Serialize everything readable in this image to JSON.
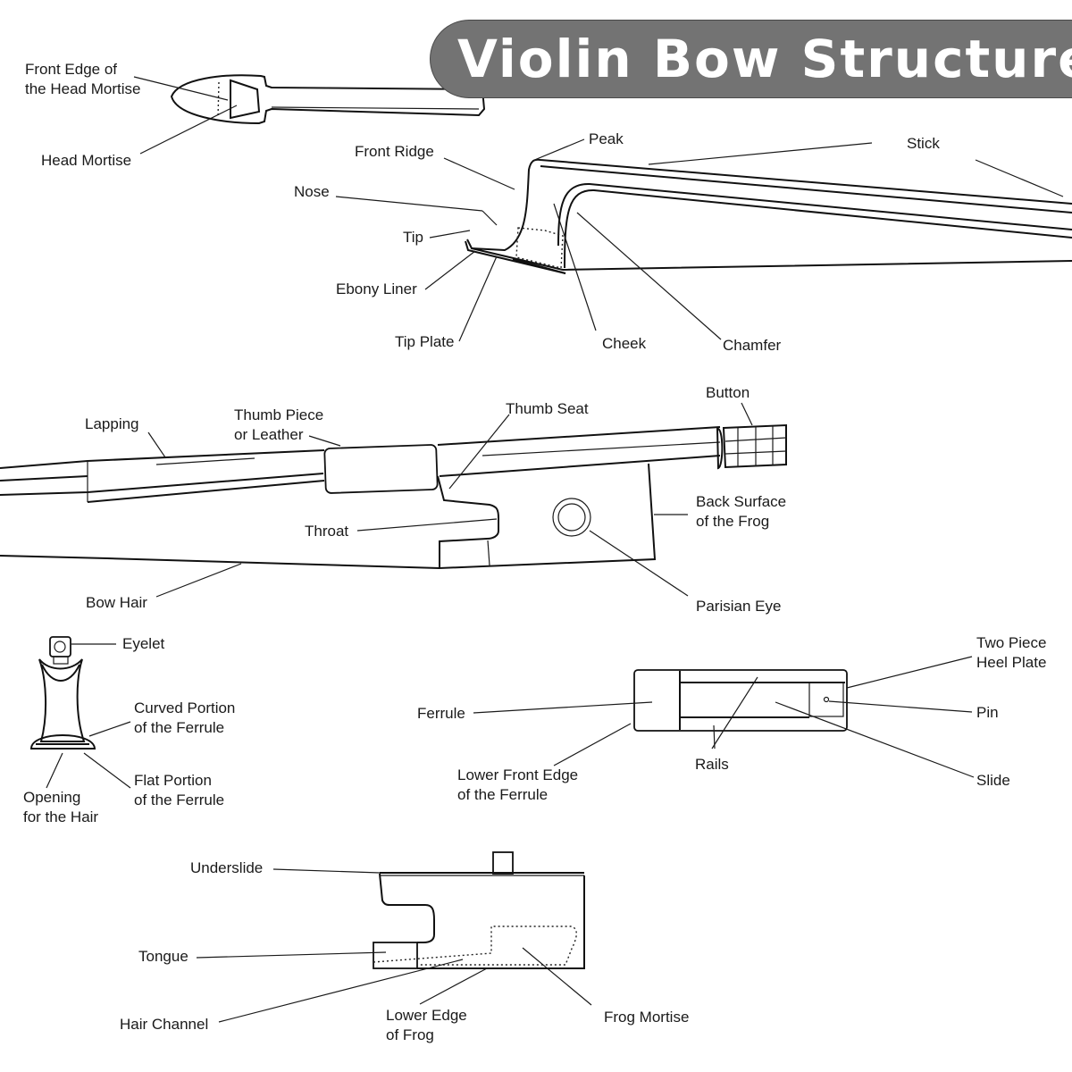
{
  "title": "Violin Bow Structure",
  "colors": {
    "banner_bg": "#737373",
    "banner_text": "#ffffff",
    "line": "#1a1a1a",
    "background": "#ffffff"
  },
  "sections": {
    "head_top_view": {
      "labels": {
        "front_edge_head_mortise_1": "Front Edge of",
        "front_edge_head_mortise_2": "the Head Mortise",
        "head_mortise": "Head Mortise"
      }
    },
    "head_side_view": {
      "labels": {
        "front_ridge": "Front Ridge",
        "peak": "Peak",
        "stick": "Stick",
        "nose": "Nose",
        "tip": "Tip",
        "ebony_liner": "Ebony Liner",
        "tip_plate": "Tip Plate",
        "cheek": "Cheek",
        "chamfer": "Chamfer"
      }
    },
    "frog_assembly": {
      "labels": {
        "lapping": "Lapping",
        "thumb_piece_1": "Thumb Piece",
        "thumb_piece_2": "or Leather",
        "thumb_seat": "Thumb Seat",
        "button": "Button",
        "back_surface_1": "Back Surface",
        "back_surface_2": "of the Frog",
        "throat": "Throat",
        "bow_hair": "Bow Hair",
        "parisian_eye": "Parisian Eye"
      }
    },
    "ferrule_view": {
      "labels": {
        "eyelet": "Eyelet",
        "curved_portion_1": "Curved Portion",
        "curved_portion_2": "of the Ferrule",
        "flat_portion_1": "Flat Portion",
        "flat_portion_2": "of the Ferrule",
        "opening_1": "Opening",
        "opening_2": "for the Hair"
      }
    },
    "frog_bottom_view": {
      "labels": {
        "two_piece_1": "Two Piece",
        "two_piece_2": "Heel Plate",
        "ferrule": "Ferrule",
        "pin": "Pin",
        "rails": "Rails",
        "slide": "Slide",
        "lower_front_edge_1": "Lower Front Edge",
        "lower_front_edge_2": "of the Ferrule"
      }
    },
    "frog_side_view": {
      "labels": {
        "underslide": "Underslide",
        "tongue": "Tongue",
        "hair_channel": "Hair Channel",
        "lower_edge_1": "Lower Edge",
        "lower_edge_2": "of Frog",
        "frog_mortise": "Frog Mortise"
      }
    }
  }
}
